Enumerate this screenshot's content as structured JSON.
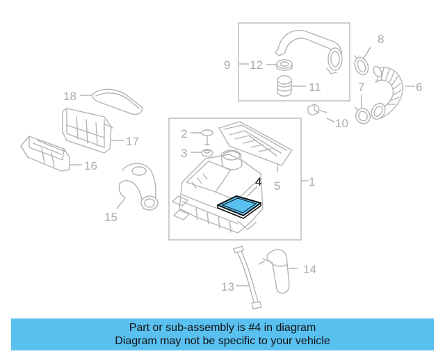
{
  "diagram": {
    "highlight_color": "#5ac0f0",
    "callouts": {
      "c1": "1",
      "c2": "2",
      "c3": "3",
      "c4": "4",
      "c5": "5",
      "c6": "6",
      "c7": "7",
      "c8": "8",
      "c9": "9",
      "c10": "10",
      "c11": "11",
      "c12": "12",
      "c13": "13",
      "c14": "14",
      "c15": "15",
      "c16": "16",
      "c17": "17",
      "c18": "18"
    }
  },
  "banner": {
    "background": "#5ac0f0",
    "line1": "Part or sub-assembly is #4 in diagram",
    "line2": "Diagram may not be specific to your vehicle"
  }
}
